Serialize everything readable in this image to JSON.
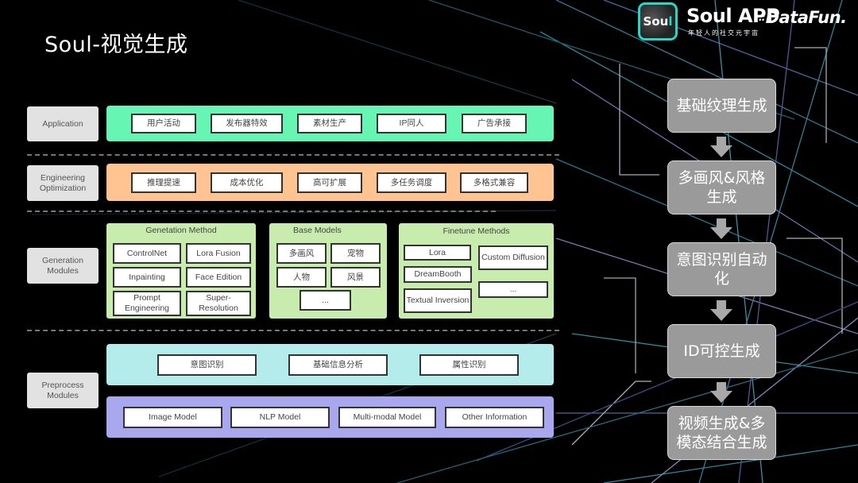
{
  "title": "Soul-视觉生成",
  "branding": {
    "logo_text_main": "Sou",
    "logo_text_accent": "l",
    "app_name": "Soul APP",
    "app_slogan": "年轻人的社交元宇宙",
    "partner_dots": "::",
    "partner_name": "DataFun."
  },
  "colors": {
    "application_band": "#66f5b2",
    "engineering_band": "#ffc491",
    "generation_group": "#c8ecae",
    "preprocess_band_top": "#b4eceb",
    "preprocess_band_bottom": "#a9a8ee",
    "layer_label_bg": "#e2e2e2",
    "flow_box_bg": "#9a9a9a",
    "logo_accent": "#22d8c8"
  },
  "layers": {
    "application": {
      "label": "Application",
      "items": [
        "用户活动",
        "发布器特效",
        "素材生产",
        "IP同人",
        "广告承接"
      ]
    },
    "engineering": {
      "label": "Engineering Optimization",
      "items": [
        "推理提速",
        "成本优化",
        "高可扩展",
        "多任务调度",
        "多格式兼容"
      ]
    },
    "generation": {
      "label": "Generation Modules",
      "groups": {
        "method": {
          "title": "Genetation Method",
          "items": [
            "ControlNet",
            "Lora Fusion",
            "Inpainting",
            "Face Edition",
            "Prompt Engineering",
            "Super-Resolution"
          ]
        },
        "base": {
          "title": "Base Models",
          "items": [
            "多画风",
            "宠物",
            "人物",
            "风景",
            "..."
          ]
        },
        "finetune": {
          "title": "Finetune Methods",
          "items": [
            "Lora",
            "Custom Diffusion",
            "DreamBooth",
            "...",
            "Textual Inversion"
          ]
        }
      }
    },
    "preprocess": {
      "label": "Preprocess Modules",
      "top_items": [
        "意图识别",
        "基础信息分析",
        "属性识别"
      ],
      "bottom_items": [
        "Image Model",
        "NLP Model",
        "Multi-modal Model",
        "Other Information"
      ]
    }
  },
  "roadmap": [
    "基础纹理生成",
    "多画风&风格生成",
    "意图识别自动化",
    "ID可控生成",
    "视频生成&多模态结合生成"
  ]
}
